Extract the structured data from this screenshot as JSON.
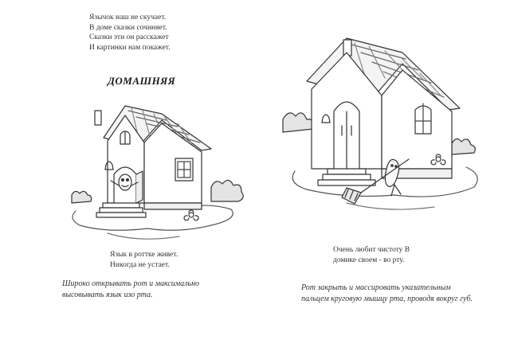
{
  "left": {
    "poem": [
      "Язычок наш не скучает.",
      "В доме сказки сочиняет.",
      "Сказки эти он расскажет",
      "И картинки нам покажет."
    ],
    "heading": "ДОМАШНЯЯ",
    "caption": [
      "Язык в роттке живет.",
      "Никогда не устает."
    ],
    "instruction": "Широко открывать рот и максимально высовывать язык изо рта."
  },
  "right": {
    "caption": [
      "Очень любит чистоту В",
      "домике своем - во рту."
    ],
    "instruction": "Рот закрыть и массировать указательным пальцем круговую мышцу рта, проводя вокруг губ."
  }
}
